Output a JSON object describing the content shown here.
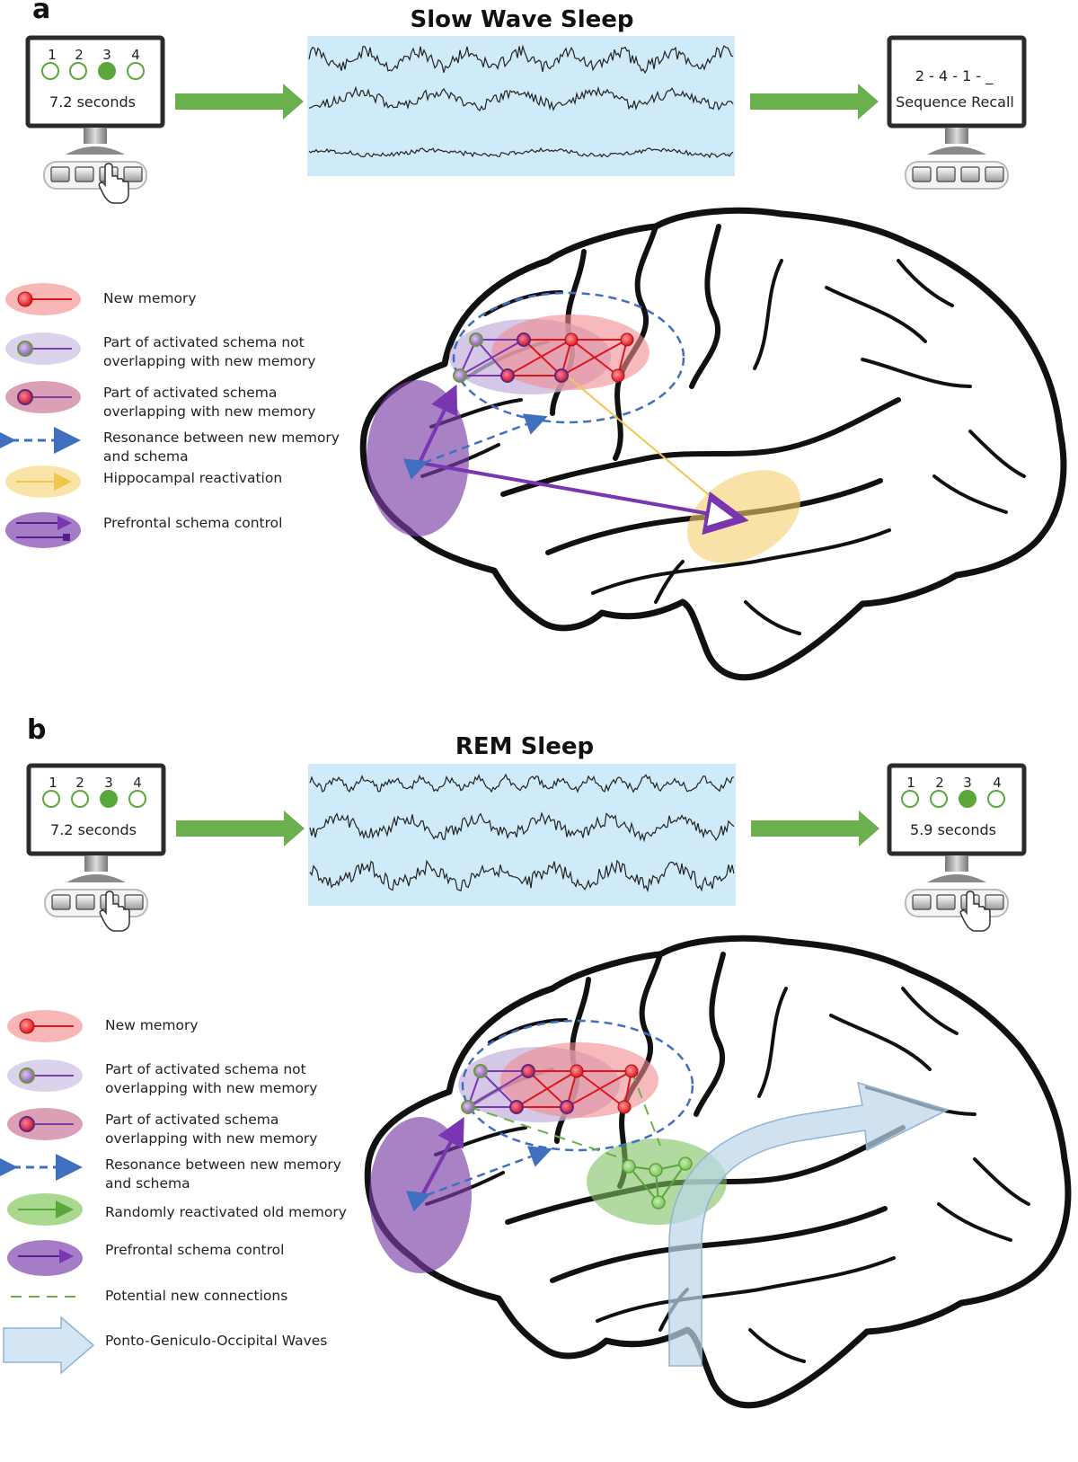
{
  "panel_a": {
    "letter": "a",
    "title": "Slow Wave Sleep",
    "left_monitor": {
      "numbers": [
        "1",
        "2",
        "3",
        "4"
      ],
      "filled_index": 3,
      "text": "7.2 seconds"
    },
    "right_monitor": {
      "sequence": "2 - 4 - 1 - _",
      "text": "Sequence Recall"
    },
    "legend": [
      {
        "line1": "New memory",
        "line2": "",
        "icon": "new-memory-icon"
      },
      {
        "line1": "Part of activated schema not",
        "line2": "overlapping with new memory",
        "icon": "schema-not-overlapping-icon"
      },
      {
        "line1": "Part of activated schema",
        "line2": "overlapping with new memory",
        "icon": "schema-overlapping-icon"
      },
      {
        "line1": "Resonance between new memory",
        "line2": "and schema",
        "icon": "resonance-arrow-icon"
      },
      {
        "line1": "Hippocampal reactivation",
        "line2": "",
        "icon": "hippocampal-reactivation-icon"
      },
      {
        "line1": "Prefrontal schema control",
        "line2": "",
        "icon": "prefrontal-control-icon"
      }
    ]
  },
  "panel_b": {
    "letter": "b",
    "title": "REM Sleep",
    "left_monitor": {
      "numbers": [
        "1",
        "2",
        "3",
        "4"
      ],
      "filled_index": 3,
      "text": "7.2 seconds"
    },
    "right_monitor": {
      "numbers": [
        "1",
        "2",
        "3",
        "4"
      ],
      "filled_index": 3,
      "text": "5.9 seconds"
    },
    "legend": [
      {
        "line1": "New memory",
        "line2": "",
        "icon": "new-memory-icon"
      },
      {
        "line1": "Part of activated schema not",
        "line2": "overlapping with new memory",
        "icon": "schema-not-overlapping-icon"
      },
      {
        "line1": "Part of activated schema",
        "line2": "overlapping with new memory",
        "icon": "schema-overlapping-icon"
      },
      {
        "line1": "Resonance between new memory",
        "line2": "and schema",
        "icon": "resonance-arrow-icon"
      },
      {
        "line1": "Randomly reactivated old memory",
        "line2": "",
        "icon": "old-memory-icon"
      },
      {
        "line1": "Prefrontal schema control",
        "line2": "",
        "icon": "prefrontal-control-icon"
      },
      {
        "line1": "Potential new connections",
        "line2": "",
        "icon": "dashed-green-line-icon"
      },
      {
        "line1": "Ponto-Geniculo-Occipital Waves",
        "line2": "",
        "icon": "pgo-wave-arrow-icon"
      }
    ]
  },
  "colors": {
    "green_arrow": "#6ab04c",
    "eeg_bg": "#cfeaf8",
    "new_memory": "#e8292c",
    "schema": "#7b3fa6",
    "resonance": "#3f6fbf",
    "hippocampal": "#f3d37a",
    "old_memory": "#7fbf5f",
    "pgo": "#bcd6ea"
  }
}
